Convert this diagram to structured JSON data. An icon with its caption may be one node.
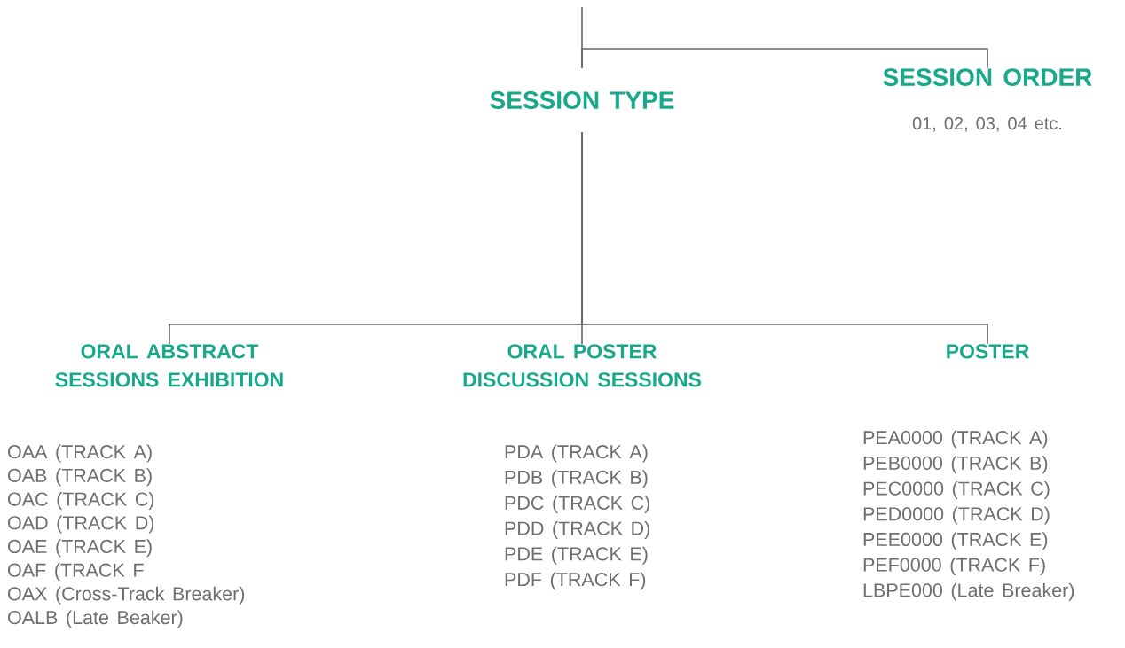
{
  "diagram": {
    "nodes": [
      {
        "text": [
          "SESSION TYPE"
        ]
      },
      {
        "text": [
          "SESSION ORDER",
          "01, 02, 03, 04 etc."
        ]
      },
      {
        "text": [
          "ORAL ABSTRACT SESSIONS EXHIBITION",
          "OAA (TRACK A)",
          "OAB (TRACK B)",
          "OAC (TRACK C)",
          "OAD (TRACK D)",
          "OAE (TRACK E)",
          "OAF (TRACK F",
          "OAX (Cross-Track Breaker)",
          "OALB (Late Beaker)"
        ]
      },
      {
        "text": [
          "ORAL POSTER DISCUSSION SESSIONS",
          "PDA (TRACK A)",
          "PDB (TRACK B)",
          "PDC (TRACK C)",
          "PDD (TRACK D)",
          "PDE (TRACK E)",
          "PDF (TRACK F)"
        ]
      },
      {
        "text": [
          "POSTER",
          "PEA0000 (TRACK A)",
          "PEB0000 (TRACK B)",
          "PEC0000 (TRACK C)",
          "PED0000 (TRACK D)",
          "PEE0000 (TRACK E)",
          "PEF0000 (TRACK F)",
          "LBPE000 (Late Breaker)"
        ]
      }
    ],
    "edges": [
      {
        "from": null,
        "to": 0,
        "arrow": "none"
      },
      {
        "from": 0,
        "to": 1,
        "arrow": "none"
      },
      {
        "from": 0,
        "to": 2,
        "arrow": "none"
      },
      {
        "from": 0,
        "to": 3,
        "arrow": "none"
      },
      {
        "from": 0,
        "to": 4,
        "arrow": "none"
      }
    ]
  }
}
